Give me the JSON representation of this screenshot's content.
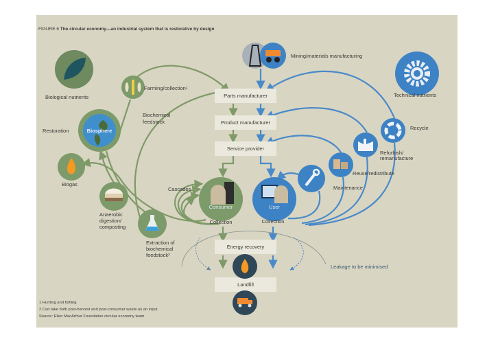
{
  "figure": {
    "label": "FIGURE 6",
    "title": "The circular economy—an industrial system that is restorative by design"
  },
  "colors": {
    "background": "#d8d5c3",
    "biological": "#7d9a6a",
    "technical": "#3d82c4",
    "dark": "#2f4757",
    "box": "#ebe9dd"
  },
  "biological": {
    "nutrients": "Biological nutrients",
    "farming": "Farming/collection¹",
    "restoration": "Restoration",
    "biosphere": "Biosphere",
    "feedstock": [
      "Biochemical",
      "feedstock"
    ],
    "biogas": "Biogas",
    "anaerobic": [
      "Anaerobic",
      "digestion/",
      "composting"
    ],
    "extraction": [
      "Extraction of",
      "biochemical",
      "feedstock²"
    ],
    "cascades": "Cascades",
    "consumer": "Consumer",
    "collection": "Collection"
  },
  "technical": {
    "mining": "Mining/materials manufacturing",
    "nutrients": "Technical nutrients",
    "recycle": "Recycle",
    "refurbish": [
      "Refurbish/",
      "remanufacture"
    ],
    "reuse": "Reuse/redistribute",
    "maintenance": "Maintenance",
    "user": "User",
    "collection": "Collection"
  },
  "flow": {
    "parts": "Parts manufacturer",
    "product": "Product manufacturer",
    "service": "Service provider",
    "energy": "Energy recovery",
    "landfill": "Landfill",
    "leakage": "Leakage to be minimised"
  },
  "icons": [
    "leaf-icon",
    "wheat-fish-icon",
    "globe-icon",
    "flame-icon",
    "compost-icon",
    "flask-icon",
    "oil-rig-icon",
    "mining-truck-icon",
    "gear-icon",
    "recycle-icon",
    "factory-icon",
    "boxes-icon",
    "wrench-icon",
    "consumer-icon",
    "user-computer-icon",
    "landfill-truck-icon"
  ],
  "footnotes": [
    "1 Hunting and fishing",
    "2 Can take both post-harvest and post-consumer waste as an input",
    "Source: Ellen MacArthur Foundation circular economy team"
  ]
}
